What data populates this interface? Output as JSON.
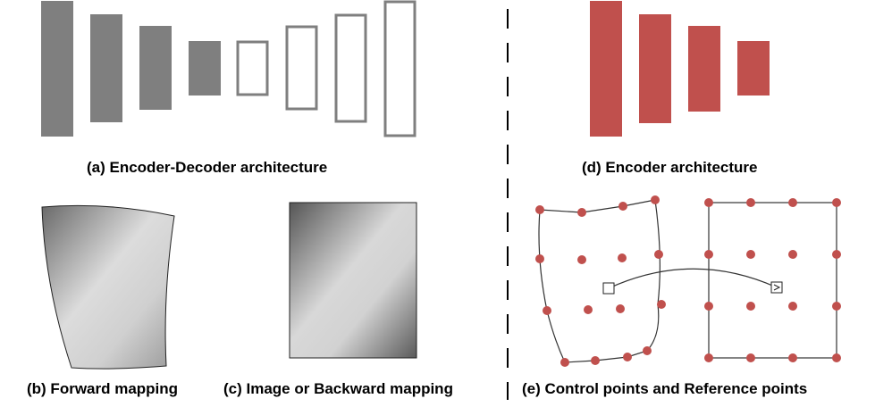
{
  "captions": {
    "a": "(a) Encoder-Decoder architecture",
    "b": "(b) Forward mapping",
    "c": "(c) Image or Backward mapping",
    "d": "(d) Encoder architecture",
    "e": "(e) Control points and Reference points"
  },
  "colors": {
    "encoder_gray": "#7f7f7f",
    "decoder_outline": "#7f7f7f",
    "encoder_red": "#c0504d",
    "point": "#c0504d",
    "line": "#333333",
    "divider": "#000000"
  }
}
